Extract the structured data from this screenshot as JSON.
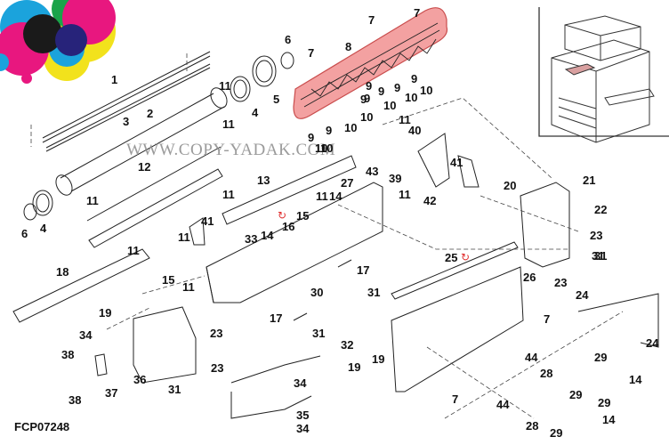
{
  "diagram": {
    "type": "exploded-parts-diagram",
    "figure_code": "FCP07248",
    "watermark": "WWW.COPY-YADAK.COM",
    "highlight_color": "#e86a6a",
    "highlighted_part": "8",
    "refresh_symbol": "↻",
    "inset_image": "copier-overview-icon",
    "labels": [
      {
        "id": "l1",
        "text": "1"
      },
      {
        "id": "l2",
        "text": "2"
      },
      {
        "id": "l3",
        "text": "3"
      },
      {
        "id": "l4a",
        "text": "4"
      },
      {
        "id": "l4b",
        "text": "4"
      },
      {
        "id": "l5",
        "text": "5"
      },
      {
        "id": "l6a",
        "text": "6"
      },
      {
        "id": "l6b",
        "text": "6"
      },
      {
        "id": "l7a",
        "text": "7"
      },
      {
        "id": "l7b",
        "text": "7"
      },
      {
        "id": "l7c",
        "text": "7"
      },
      {
        "id": "l7d",
        "text": "7"
      },
      {
        "id": "l7e",
        "text": "7"
      },
      {
        "id": "l8",
        "text": "8"
      },
      {
        "id": "l9a",
        "text": "9"
      },
      {
        "id": "l9b",
        "text": "9"
      },
      {
        "id": "l9c",
        "text": "9"
      },
      {
        "id": "l9d",
        "text": "9"
      },
      {
        "id": "l9e",
        "text": "9"
      },
      {
        "id": "l9f",
        "text": "9"
      },
      {
        "id": "l9g",
        "text": "9"
      },
      {
        "id": "l9h",
        "text": "9"
      },
      {
        "id": "l10a",
        "text": "10"
      },
      {
        "id": "l10b",
        "text": "10"
      },
      {
        "id": "l10c",
        "text": "10"
      },
      {
        "id": "l10d",
        "text": "10"
      },
      {
        "id": "l10e",
        "text": "10"
      },
      {
        "id": "l10f",
        "text": "10"
      },
      {
        "id": "l10g",
        "text": "10"
      },
      {
        "id": "l11a",
        "text": "11"
      },
      {
        "id": "l11b",
        "text": "11"
      },
      {
        "id": "l11c",
        "text": "11"
      },
      {
        "id": "l11d",
        "text": "11"
      },
      {
        "id": "l11e",
        "text": "11"
      },
      {
        "id": "l11f",
        "text": "11"
      },
      {
        "id": "l11g",
        "text": "11"
      },
      {
        "id": "l11h",
        "text": "11"
      },
      {
        "id": "l11i",
        "text": "11"
      },
      {
        "id": "l11j",
        "text": "11"
      },
      {
        "id": "l12",
        "text": "12"
      },
      {
        "id": "l13",
        "text": "13"
      },
      {
        "id": "l14a",
        "text": "14"
      },
      {
        "id": "l14b",
        "text": "14"
      },
      {
        "id": "l14c",
        "text": "14"
      },
      {
        "id": "l14d",
        "text": "14"
      },
      {
        "id": "l15a",
        "text": "15"
      },
      {
        "id": "l15b",
        "text": "15"
      },
      {
        "id": "l16",
        "text": "16"
      },
      {
        "id": "l17a",
        "text": "17"
      },
      {
        "id": "l17b",
        "text": "17"
      },
      {
        "id": "l18",
        "text": "18"
      },
      {
        "id": "l19a",
        "text": "19"
      },
      {
        "id": "l19b",
        "text": "19"
      },
      {
        "id": "l19c",
        "text": "19"
      },
      {
        "id": "l20",
        "text": "20"
      },
      {
        "id": "l21",
        "text": "21"
      },
      {
        "id": "l22",
        "text": "22"
      },
      {
        "id": "l23a",
        "text": "23"
      },
      {
        "id": "l23b",
        "text": "23"
      },
      {
        "id": "l23c",
        "text": "23"
      },
      {
        "id": "l23d",
        "text": "23"
      },
      {
        "id": "l24a",
        "text": "24"
      },
      {
        "id": "l24b",
        "text": "24"
      },
      {
        "id": "l25",
        "text": "25"
      },
      {
        "id": "l26",
        "text": "26"
      },
      {
        "id": "l27",
        "text": "27"
      },
      {
        "id": "l28a",
        "text": "28"
      },
      {
        "id": "l28b",
        "text": "28"
      },
      {
        "id": "l29a",
        "text": "29"
      },
      {
        "id": "l29b",
        "text": "29"
      },
      {
        "id": "l29c",
        "text": "29"
      },
      {
        "id": "l29d",
        "text": "29"
      },
      {
        "id": "l30",
        "text": "30"
      },
      {
        "id": "l31a",
        "text": "31"
      },
      {
        "id": "l31b",
        "text": "31"
      },
      {
        "id": "l31c",
        "text": "31"
      },
      {
        "id": "l31d",
        "text": "31"
      },
      {
        "id": "l31e",
        "text": "31"
      },
      {
        "id": "l32",
        "text": "32"
      },
      {
        "id": "l33",
        "text": "33"
      },
      {
        "id": "l34a",
        "text": "34"
      },
      {
        "id": "l34b",
        "text": "34"
      },
      {
        "id": "l34c",
        "text": "34"
      },
      {
        "id": "l35",
        "text": "35"
      },
      {
        "id": "l36",
        "text": "36"
      },
      {
        "id": "l37",
        "text": "37"
      },
      {
        "id": "l38a",
        "text": "38"
      },
      {
        "id": "l38b",
        "text": "38"
      },
      {
        "id": "l39",
        "text": "39"
      },
      {
        "id": "l40",
        "text": "40"
      },
      {
        "id": "l41a",
        "text": "41"
      },
      {
        "id": "l41b",
        "text": "41"
      },
      {
        "id": "l42",
        "text": "42"
      },
      {
        "id": "l43",
        "text": "43"
      },
      {
        "id": "l44a",
        "text": "44"
      },
      {
        "id": "l44b",
        "text": "44"
      }
    ]
  }
}
